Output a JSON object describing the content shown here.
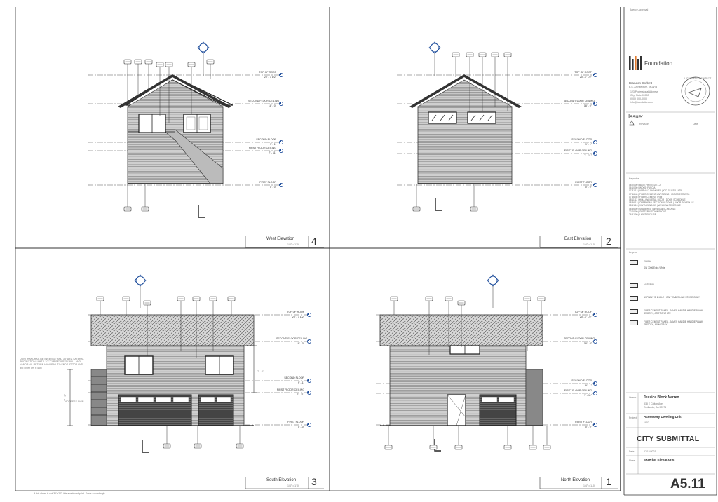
{
  "titleblock": {
    "agency_label": "Agency Approval",
    "company": "Foundation",
    "architect": "Brandon Corbett",
    "architect_sub": "B.S. Architecture, NCARB",
    "contact_lines": [
      "123 Professional Address",
      "City, State 00000",
      "(000) 000-0000",
      "info@foundation.com"
    ],
    "issue_title": "Issue:",
    "issue_cols": [
      "Revision",
      "Date"
    ],
    "keynotes_title": "Keynotes",
    "keynotes": [
      "08 20 00 | BASE PAINTED | 4.2",
      "06 10 00 | WOOD FASCIA",
      "07 31 13 | ASPHALT SHINGLES | ICC-ES ESR-1475",
      "07 46 46 | FIBER CEMENT LAP SIDING | ICC-ES ESR-2290",
      "07 46 46 | FIBER CEMENT TRIM",
      "08 11 13 | HOLLOW METAL DOOR | DOOR SCHEDULE",
      "08 36 13 | OVERHEAD SECTIONAL DOOR | DOOR SCHEDULE",
      "08 51 13 | VINYL WINDOW | WINDOW SCHEDULE",
      "08 56 00 | SPANDREL | WINDOW SCHEDULE",
      "22 00 00 | GUTTER & DOWNSPOUT",
      "26 51 00 | LIGHT FIXTURE"
    ],
    "legend_title": "Legend",
    "legend": [
      {
        "code": "A",
        "text": "FINISH"
      },
      {
        "code": "",
        "text": "SW 7006 Extra White"
      },
      {
        "code": "B",
        "text": "MATERIAL"
      },
      {
        "code": "C",
        "text": "ASPHALT SHINGLE - GAF TIMBERLINE STONE GRAY"
      },
      {
        "code": "D",
        "text": "FIBER CEMENT PANEL - JAMES HARDIE HARDIEPLANK, SMOOTH, ARCTIC WHITE"
      },
      {
        "code": "E",
        "text": "FIBER CEMENT PANEL - JAMES HARDIE HARDIEPLANK, SMOOTH, IRON GRAY"
      }
    ],
    "owner_label": "Owner",
    "owner_name": "Jessica Block Nerren",
    "address_1": "818 E Colton Ave",
    "address_2": "Redlands, CA 92374",
    "project_label": "Project",
    "project_name": "Accessory Dwelling Unit",
    "project_num": "1902",
    "submittal": "CITY SUBMITTAL",
    "date_label": "Date",
    "date_value": "07/15/2021",
    "sheet_label": "Sheet",
    "sheet_title": "Exterior Elevations",
    "sheet_number": "A5.11",
    "seal_text": "LICENSED ARCHITECT",
    "footer_note": "If this sheet is not 36\"x24\", it is a reduced print. Scale Accordingly."
  },
  "views": [
    {
      "id": "west",
      "title": "West Elevation",
      "number": "4",
      "scale": "1/4\" = 1'-0\""
    },
    {
      "id": "east",
      "title": "East Elevation",
      "number": "2",
      "scale": "1/4\" = 1'-0\""
    },
    {
      "id": "south",
      "title": "South Elevation",
      "number": "3",
      "scale": "1/4\" = 1'-0\""
    },
    {
      "id": "north",
      "title": "North Elevation",
      "number": "1",
      "scale": "1/4\" = 1'-0\""
    }
  ],
  "levels": {
    "top_of_roof": "TOP OF ROOF",
    "top_of_roof_elev": "20' - 7 1/2\"",
    "second_floor_ceiling": "SECOND FLOOR CEILING",
    "second_floor_ceiling_elev": "18' - 0\"",
    "second_floor": "SECOND FLOOR",
    "second_floor_elev": "9' - 1\"",
    "first_floor_ceiling": "FIRST FLOOR CEILING",
    "first_floor_ceiling_elev": "7' - 11\"",
    "first_floor": "FIRST FLOOR",
    "first_floor_elev": "0' - 0\""
  },
  "notes": {
    "stair_note": "CONT HANDRAIL BETWEEN 34\" AND 38\" ABV. LATERAL PROJECTION LIMIT 1 1/2\" CLR BETWEEN WALL AND HANDRAIL. RETURN HANDRAIL TO ENDS AT TOP AND BOTTOM OF STAIR",
    "address_note": "ADDRESS SIGN",
    "dim_7_6": "7' - 6\"",
    "dim_9_1": "9' - 1\"",
    "dim_south": "9' - 1\""
  }
}
